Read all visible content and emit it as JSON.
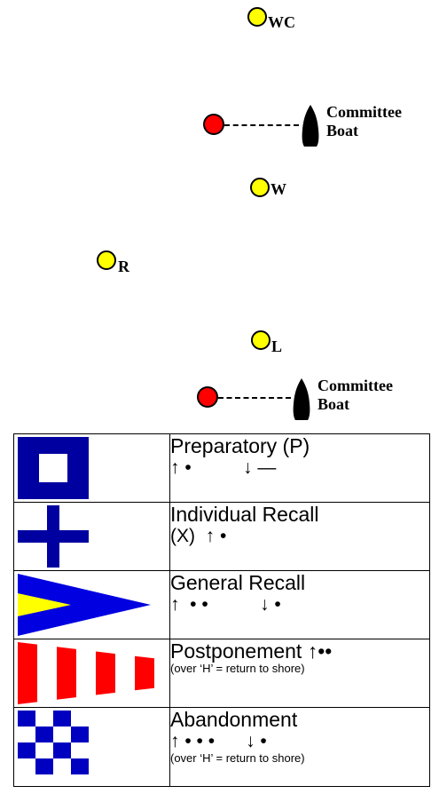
{
  "course": {
    "marks": [
      {
        "id": "windward-top",
        "label": "WC",
        "color": "#ffff00"
      },
      {
        "id": "windward",
        "label": "W",
        "color": "#ffff00"
      },
      {
        "id": "reach",
        "label": "R",
        "color": "#ffff00"
      },
      {
        "id": "leeward",
        "label": "L",
        "color": "#ffff00"
      }
    ],
    "committee_boats": [
      {
        "line1": "Committee",
        "line2": "Boat",
        "pin_color": "#ff0000"
      },
      {
        "line1": "Committee",
        "line2": "Boat",
        "pin_color": "#ff0000"
      }
    ]
  },
  "flags": [
    {
      "name": "Preparatory (P)",
      "signal": "↑ •          ↓ —",
      "note": "",
      "icon": "flag-p-blue-white-square"
    },
    {
      "name": "Individual Recall",
      "signal": "(X)  ↑ •",
      "note": "",
      "icon": "flag-x-white-blue-cross"
    },
    {
      "name": "General Recall",
      "signal": "↑  • •          ↓ •",
      "note": "",
      "icon": "flag-first-substitute-blue-yellow-pennant"
    },
    {
      "name": "Postponement ↑••",
      "signal": "",
      "note": "(over ‘H’ = return to shore)",
      "icon": "flag-ap-red-white-pennant"
    },
    {
      "name": "Abandonment",
      "signal": "↑ • • •      ↓ •",
      "note": "(over ‘H’ = return to shore)",
      "icon": "flag-n-blue-white-checkered"
    }
  ],
  "colors": {
    "blue": "#0000a0",
    "yellow": "#ffff00",
    "red": "#ff0000",
    "white": "#ffffff"
  }
}
